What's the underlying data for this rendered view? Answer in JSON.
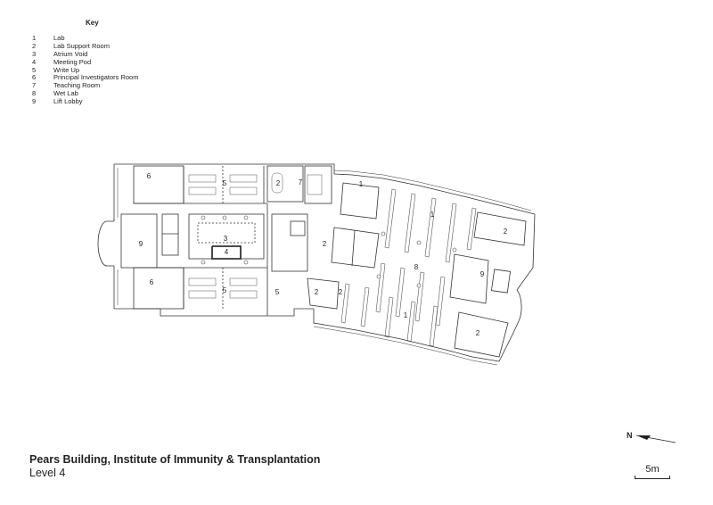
{
  "key": {
    "title": "Key",
    "items": [
      {
        "num": "1",
        "label": "Lab"
      },
      {
        "num": "2",
        "label": "Lab Support Room"
      },
      {
        "num": "3",
        "label": "Atrium Void"
      },
      {
        "num": "4",
        "label": "Meeting Pod"
      },
      {
        "num": "5",
        "label": "Write Up"
      },
      {
        "num": "6",
        "label": "Principal Investigators Room"
      },
      {
        "num": "7",
        "label": "Teaching Room"
      },
      {
        "num": "8",
        "label": "Wet Lab"
      },
      {
        "num": "9",
        "label": "Lift Lobby"
      }
    ]
  },
  "caption": {
    "title": "Pears Building, Institute of Immunity & Transplantation",
    "subtitle": "Level 4"
  },
  "north": {
    "label": "N"
  },
  "scale": {
    "label": "5m"
  },
  "rooms": {
    "r6a": "6",
    "r5a": "5",
    "r2a": "2",
    "r7": "7",
    "r9a": "9",
    "r3": "3",
    "r4": "4",
    "r6b": "6",
    "r5b": "5",
    "r5c": "5",
    "r2b": "2",
    "r2c": "2",
    "r1a": "1",
    "r8": "8",
    "r1b": "1",
    "r1c": "1",
    "r2d": "2",
    "r9b": "9",
    "r2e": "2",
    "r2f": "2"
  }
}
